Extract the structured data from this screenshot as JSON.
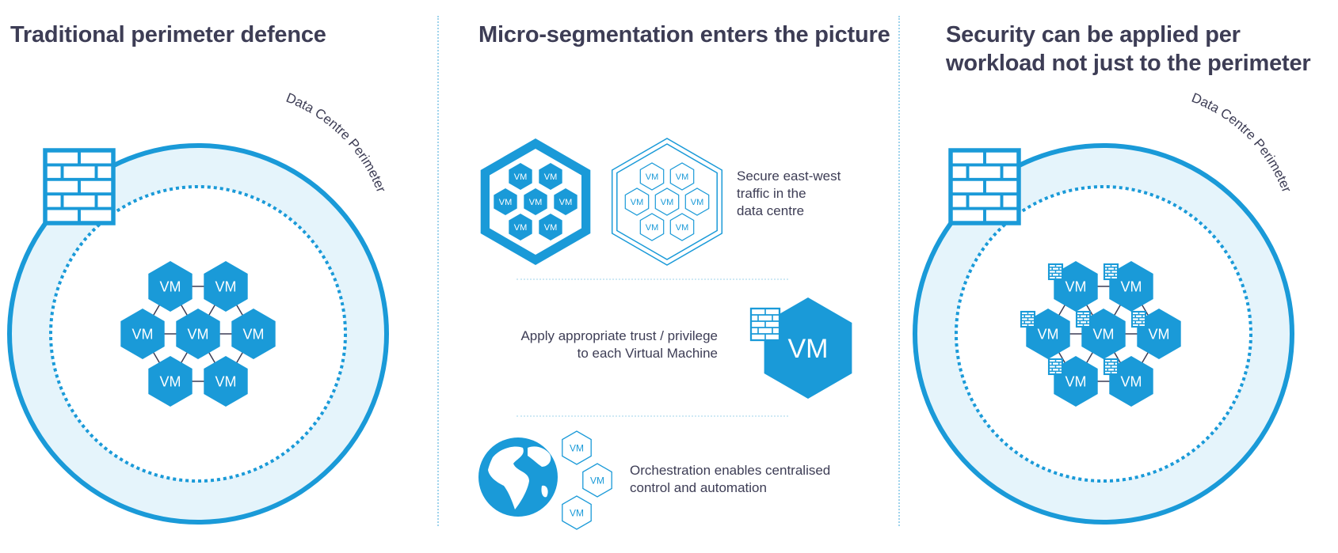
{
  "panels": [
    {
      "heading": "Traditional perimeter defence",
      "perimeter_label": "Data Centre Perimeter",
      "vm_label": "VM"
    },
    {
      "heading": "Micro-segmentation enters the picture",
      "rows": [
        {
          "caption_lines": [
            "Secure east-west",
            "traffic in the",
            "data centre"
          ],
          "vm_label": "VM"
        },
        {
          "caption_lines": [
            "Apply appropriate trust / privilege",
            "to each Virtual Machine"
          ],
          "vm_label": "VM"
        },
        {
          "caption_lines": [
            "Orchestration enables centralised",
            "control and automation"
          ],
          "vm_label": "VM"
        }
      ]
    },
    {
      "heading": "Security can be applied per workload not just to the perimeter",
      "perimeter_label": "Data Centre Perimeter",
      "vm_label": "VM"
    }
  ],
  "colors": {
    "accent": "#1a9ad8",
    "ring_fill": "#e5f4fb",
    "heading_text": "#3d3d55",
    "separator": "#9fd3ec"
  },
  "icons": [
    "firewall-brick-icon",
    "globe-icon"
  ]
}
